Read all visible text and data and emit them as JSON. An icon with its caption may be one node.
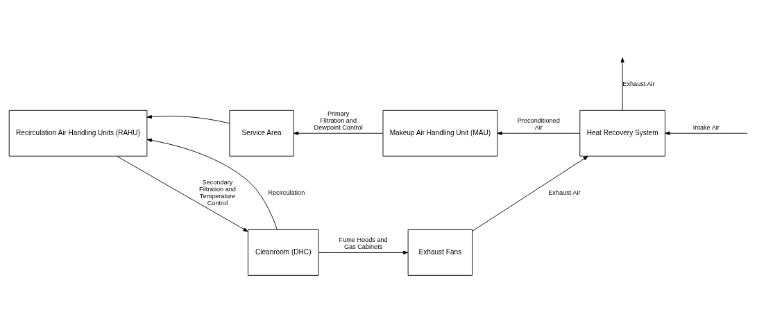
{
  "diagram": {
    "nodes": [
      {
        "text": [
          "Recirculation Air Handling Units (RAHU)"
        ]
      },
      {
        "text": [
          "Service Area"
        ]
      },
      {
        "text": [
          "Makeup Air Handling Unit (MAU)"
        ]
      },
      {
        "text": [
          "Heat Recovery System"
        ]
      },
      {
        "text": [
          "Cleanroom (DHC)"
        ]
      },
      {
        "text": [
          "Exhaust Fans"
        ]
      }
    ],
    "edges": [
      {
        "from": 1,
        "to": 0,
        "arrow": "to"
      },
      {
        "from": 2,
        "to": 1,
        "arrow": "to",
        "label": "Primary Filtration and Dewpoint Control"
      },
      {
        "from": 3,
        "to": 2,
        "arrow": "to",
        "label": "Preconditioned Air"
      },
      {
        "from": null,
        "to": 3,
        "arrow": "to",
        "label": "Intake Air"
      },
      {
        "from": 3,
        "to": null,
        "arrow": "to",
        "label": "Exhaust Air"
      },
      {
        "from": 0,
        "to": 4,
        "arrow": "to",
        "label": "Secondary Filtration and Temperature Control"
      },
      {
        "from": 4,
        "to": 0,
        "arrow": "to",
        "label": "Recirculation"
      },
      {
        "from": 4,
        "to": 5,
        "arrow": "to",
        "label": "Fume Hoods and Gas Cabinets"
      },
      {
        "from": 5,
        "to": 3,
        "arrow": "to",
        "label": "Exhaust Air"
      }
    ]
  }
}
